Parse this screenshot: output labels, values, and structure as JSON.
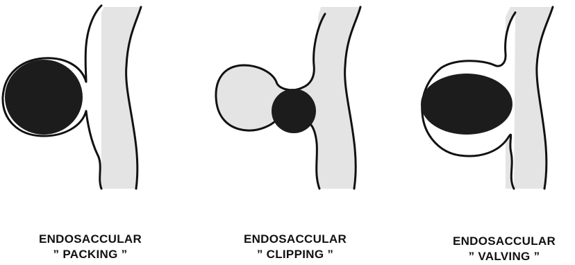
{
  "colors": {
    "ink": "#111111",
    "vessel_fill": "#e4e4e4",
    "occluder_fill": "#1c1c1c",
    "background": "#ffffff"
  },
  "panels": [
    {
      "title": "ENDOSACCULAR",
      "subtitle": "” PACKING ”"
    },
    {
      "title": "ENDOSACCULAR",
      "subtitle": "” CLIPPING ”"
    },
    {
      "title": "ENDOSACCULAR",
      "subtitle": "” VALVING ”"
    }
  ]
}
